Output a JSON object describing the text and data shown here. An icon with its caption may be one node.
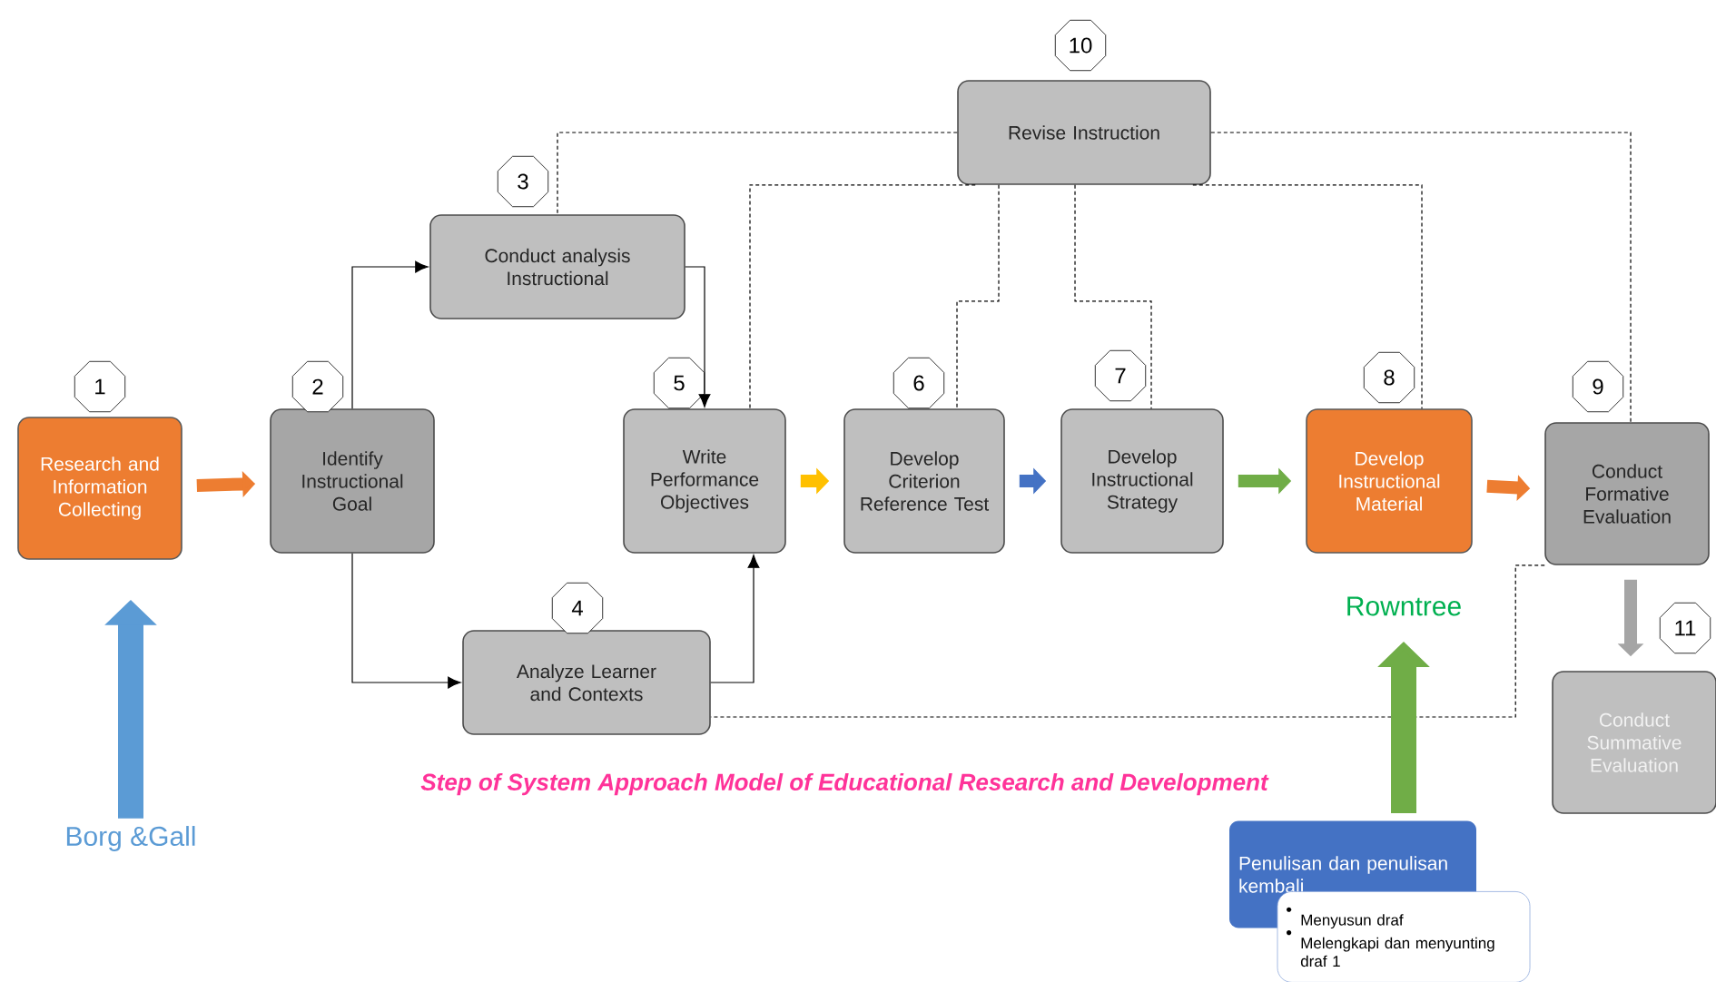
{
  "diagram": {
    "caption": "Step of System Approach Model of Educational Research and Development",
    "nodes": [
      {
        "text": [
          "Research and Information Collecting"
        ],
        "beside": [
          "1"
        ]
      },
      {
        "text": [
          "Identify Instructional Goal"
        ],
        "beside": [
          "2"
        ]
      },
      {
        "text": [
          "Conduct analysis Instructional"
        ],
        "beside": [
          "3"
        ]
      },
      {
        "text": [
          "Analyze Learner and Contexts"
        ],
        "beside": [
          "4"
        ]
      },
      {
        "text": [
          "Write Performance Objectives"
        ],
        "beside": [
          "5"
        ]
      },
      {
        "text": [
          "Develop Criterion Reference Test"
        ],
        "beside": [
          "6"
        ]
      },
      {
        "text": [
          "Develop Instructional Strategy"
        ],
        "beside": [
          "7"
        ]
      },
      {
        "text": [
          "Develop Instructional Material"
        ],
        "beside": [
          "8"
        ]
      },
      {
        "text": [
          "Conduct Formative Evaluation"
        ],
        "beside": [
          "9"
        ]
      },
      {
        "text": [
          "Revise Instruction"
        ],
        "beside": [
          "10"
        ]
      },
      {
        "text": [
          "Conduct Summative Evaluation"
        ],
        "beside": [
          "11"
        ]
      },
      {
        "text": [
          "Borg &Gall"
        ]
      },
      {
        "text": [
          "Penulisan dan penulisan kembali"
        ]
      },
      {
        "text": [
          "Menyusun draf",
          "Melengkapi dan menyunting draf 1"
        ]
      },
      {
        "text": [
          "Rowntree"
        ]
      }
    ],
    "edges": [
      {
        "from": 0,
        "to": 1,
        "arrow": "to",
        "style": "thick",
        "color": "#ed7d31"
      },
      {
        "from": 1,
        "to": 2,
        "arrow": "to"
      },
      {
        "from": 1,
        "to": 3,
        "arrow": "to"
      },
      {
        "from": 2,
        "to": 4,
        "arrow": "to"
      },
      {
        "from": 3,
        "to": 4,
        "arrow": "to"
      },
      {
        "from": 4,
        "to": 5,
        "arrow": "to",
        "style": "thick",
        "color": "#ffc000"
      },
      {
        "from": 5,
        "to": 6,
        "arrow": "to",
        "style": "thick",
        "color": "#4472c4"
      },
      {
        "from": 6,
        "to": 7,
        "arrow": "to",
        "style": "thick",
        "color": "#70ad47"
      },
      {
        "from": 7,
        "to": 8,
        "arrow": "to",
        "style": "thick",
        "color": "#ed7d31"
      },
      {
        "from": 8,
        "to": 10,
        "arrow": "to",
        "style": "thick",
        "color": "#a5a5a5"
      },
      {
        "from": 9,
        "to": 2,
        "arrow": "none",
        "style": "dashed"
      },
      {
        "from": 9,
        "to": 4,
        "arrow": "none",
        "style": "dashed"
      },
      {
        "from": 9,
        "to": 5,
        "arrow": "none",
        "style": "dashed"
      },
      {
        "from": 9,
        "to": 6,
        "arrow": "none",
        "style": "dashed"
      },
      {
        "from": 9,
        "to": 7,
        "arrow": "none",
        "style": "dashed"
      },
      {
        "from": 9,
        "to": 8,
        "arrow": "none",
        "style": "dashed"
      },
      {
        "from": 8,
        "to": 3,
        "arrow": "none",
        "style": "dashed"
      },
      {
        "from": 11,
        "to": 0,
        "arrow": "to",
        "style": "thick",
        "color": "#5b9bd5"
      },
      {
        "from": 12,
        "to": 14,
        "arrow": "to",
        "style": "thick",
        "color": "#70ad47"
      }
    ]
  }
}
